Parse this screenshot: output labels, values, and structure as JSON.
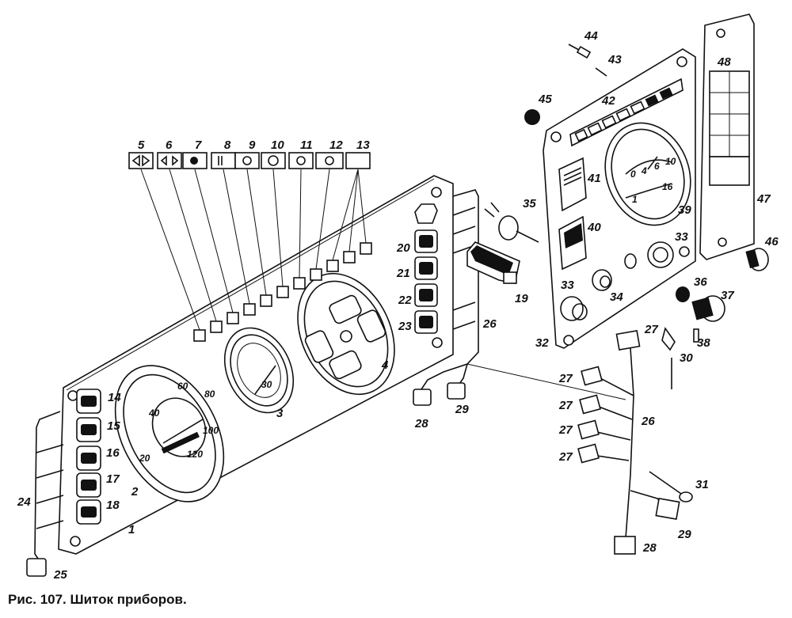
{
  "caption": "Рис. 107. Шиток приборов.",
  "callouts": [
    "1",
    "2",
    "3",
    "4",
    "5",
    "6",
    "7",
    "8",
    "9",
    "10",
    "11",
    "12",
    "13",
    "14",
    "15",
    "16",
    "17",
    "18",
    "19",
    "20",
    "21",
    "22",
    "23",
    "24",
    "25",
    "26",
    "26",
    "27",
    "27",
    "27",
    "27",
    "27",
    "28",
    "28",
    "29",
    "29",
    "30",
    "31",
    "32",
    "33",
    "33",
    "34",
    "35",
    "36",
    "37",
    "38",
    "39",
    "40",
    "41",
    "42",
    "43",
    "44",
    "45",
    "46",
    "47",
    "48"
  ],
  "speedometer_numbers": [
    "20",
    "40",
    "60",
    "80",
    "100",
    "120"
  ],
  "gauge3_number": "30",
  "tacho_numbers": [
    "0",
    "4",
    "6",
    "10",
    "1",
    "16"
  ],
  "colors": {
    "ink": "#111111",
    "background": "#ffffff"
  }
}
